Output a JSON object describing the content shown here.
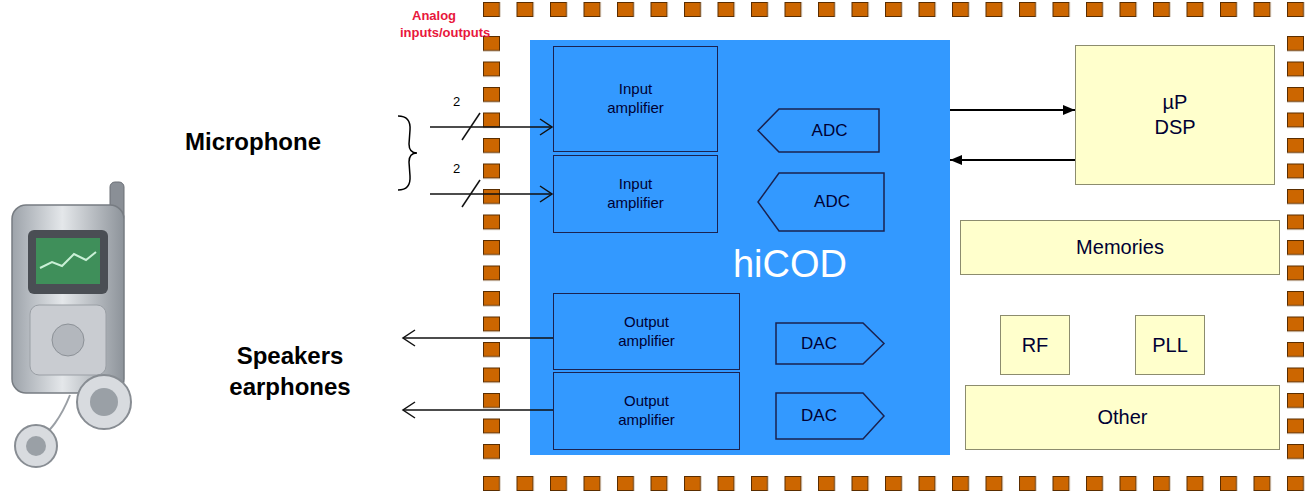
{
  "diagram": {
    "nodes": [
      {
        "text": [
          "hiCOD"
        ]
      },
      {
        "text": [
          "Input amplifier"
        ],
        "in": 0
      },
      {
        "text": [
          "ADC"
        ],
        "in": 0
      },
      {
        "text": [
          "Input amplifier"
        ],
        "in": 0
      },
      {
        "text": [
          "ADC"
        ],
        "in": 0
      },
      {
        "text": [
          "Output amplifier"
        ],
        "in": 0
      },
      {
        "text": [
          "DAC"
        ],
        "in": 0
      },
      {
        "text": [
          "Output amplifier"
        ],
        "in": 0
      },
      {
        "text": [
          "DAC"
        ],
        "in": 0
      },
      {
        "text": [
          "µP DSP"
        ]
      },
      {
        "text": [
          "Memories"
        ]
      },
      {
        "text": [
          "RF"
        ]
      },
      {
        "text": [
          "PLL"
        ]
      },
      {
        "text": [
          "Other"
        ]
      }
    ],
    "edges": [
      {
        "from": 0,
        "to": 9,
        "arrow": "to"
      },
      {
        "from": 9,
        "to": 0,
        "arrow": "to"
      }
    ],
    "labels": [
      "Analog inputs/outputs",
      "2",
      "Microphone",
      "2",
      "Speakers earphones"
    ]
  }
}
